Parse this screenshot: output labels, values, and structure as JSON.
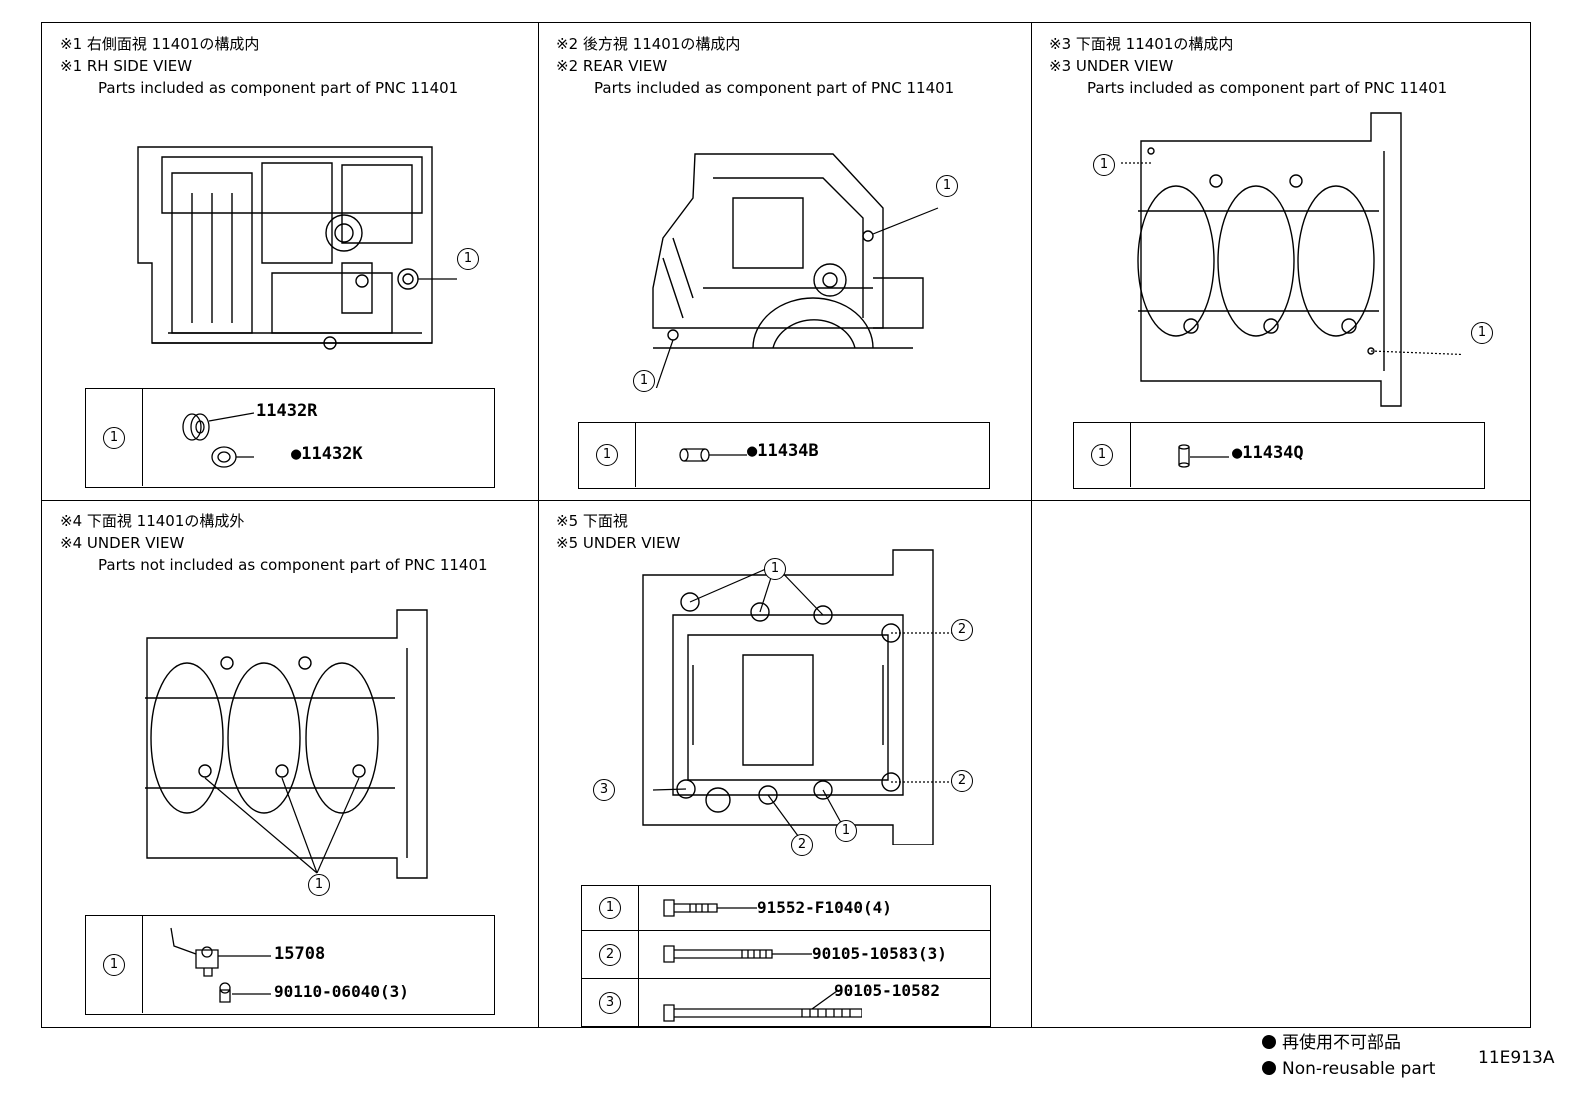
{
  "panels": [
    {
      "line1": "※1 右側面視 11401の構成内",
      "line2": "※1 RH SIDE VIEW",
      "line3": "Parts included as component part of PNC 11401",
      "callout": "1",
      "rows": [
        {
          "key": "1",
          "parts": [
            "11432R",
            "●11432K"
          ]
        }
      ]
    },
    {
      "line1": "※2 後方視 11401の構成内",
      "line2": "※2 REAR VIEW",
      "line3": "Parts included as component part of PNC 11401",
      "callout": "1",
      "rows": [
        {
          "key": "1",
          "parts": [
            "●11434B"
          ]
        }
      ]
    },
    {
      "line1": "※3 下面視 11401の構成内",
      "line2": "※3 UNDER VIEW",
      "line3": "Parts included as component part of PNC 11401",
      "callout": "1",
      "rows": [
        {
          "key": "1",
          "parts": [
            "●11434Q"
          ]
        }
      ]
    },
    {
      "line1": "※4 下面視 11401の構成外",
      "line2": "※4 UNDER VIEW",
      "line3": "Parts not included as component part of PNC 11401",
      "callout": "1",
      "rows": [
        {
          "key": "1",
          "parts": [
            "15708",
            "90110-06040(3)"
          ]
        }
      ]
    },
    {
      "line1": "※5 下面視",
      "line2": "※5 UNDER VIEW",
      "callouts": [
        "1",
        "2",
        "3"
      ],
      "rows": [
        {
          "key": "1",
          "parts": [
            "91552-F1040(4)"
          ]
        },
        {
          "key": "2",
          "parts": [
            "90105-10583(3)"
          ]
        },
        {
          "key": "3",
          "parts": [
            "90105-10582"
          ]
        }
      ]
    }
  ],
  "legend": {
    "jp": "再使用不可部品",
    "en": "Non-reusable part"
  },
  "illustration_code": "11E913A"
}
